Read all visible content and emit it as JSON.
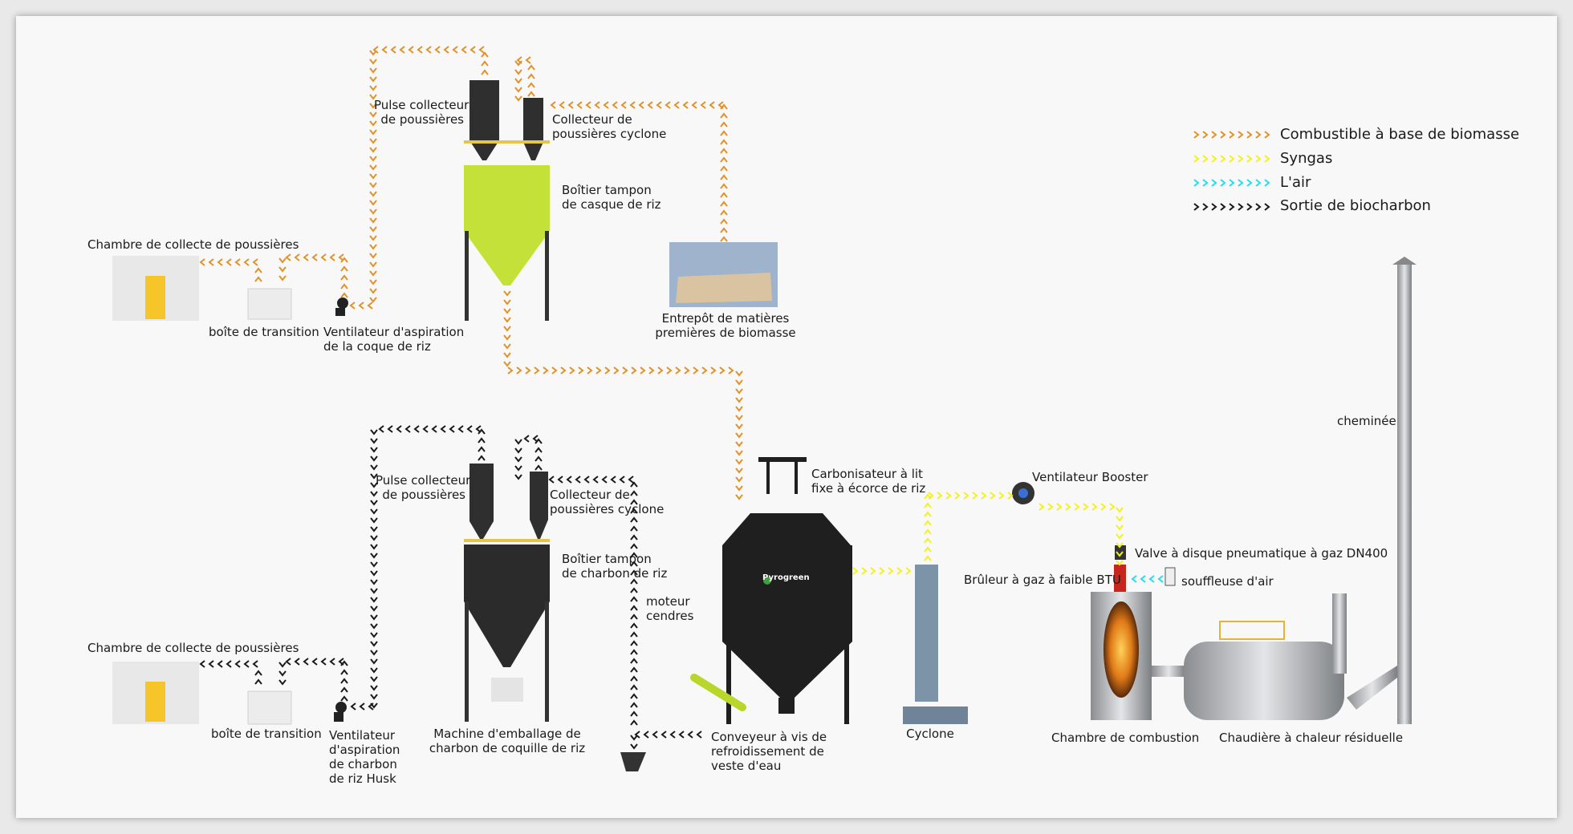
{
  "legend": [
    {
      "label": "Combustible à base de biomasse",
      "color": "#e0922a",
      "key": "biomass"
    },
    {
      "label": "Syngas",
      "color": "#f2f21e",
      "key": "syngas"
    },
    {
      "label": "L'air",
      "color": "#22dff0",
      "key": "air"
    },
    {
      "label": "Sortie de biocharbon",
      "color": "#1a1a1a",
      "key": "biochar"
    }
  ],
  "labels": {
    "pulse_top": "Pulse collecteur\nde poussières",
    "cyclone_collector_top": "Collecteur de\npoussières cyclone",
    "buffer_husk": "Boîtier tampon\nde casque de riz",
    "dust_chamber_top": "Chambre de collecte de poussières",
    "transition_top": "boîte de transition",
    "fan_husk": "Ventilateur d'aspiration\nde la coque de riz",
    "warehouse": "Entrepôt de matières\npremières de biomasse",
    "pulse_bottom": "Pulse collecteur\nde poussières",
    "cyclone_collector_bottom": "Collecteur de\npoussières cyclone",
    "buffer_char": "Boîtier tampon\nde charbon de riz",
    "ash_motor": "moteur\ncendres",
    "dust_chamber_bottom": "Chambre de collecte de poussières",
    "transition_bottom": "boîte de transition",
    "fan_char": "Ventilateur\nd'aspiration\nde charbon\nde riz Husk",
    "packaging": "Machine d'emballage de\ncharbon de coquille de riz",
    "screw_conveyor": "Conveyeur à vis de\nrefroidissement de\nveste d'eau",
    "carbonizer": "Carbonisateur à lit\nfixe à écorce de riz",
    "cyclone": "Cyclone",
    "booster_fan": "Ventilateur Booster",
    "valve": "Valve à disque pneumatique à gaz DN400",
    "burner": "Brûleur à gaz à faible BTU",
    "air_blower": "souffleuse d'air",
    "combustion_chamber": "Chambre de combustion",
    "boiler": "Chaudière à chaleur résiduelle",
    "chimney": "cheminée"
  },
  "logo": "Pyrogreen",
  "colors": {
    "husk_buffer": "#c4e13a",
    "char_buffer": "#2b2b2b",
    "door": "#f5c52a",
    "burner": "#c8261c"
  }
}
